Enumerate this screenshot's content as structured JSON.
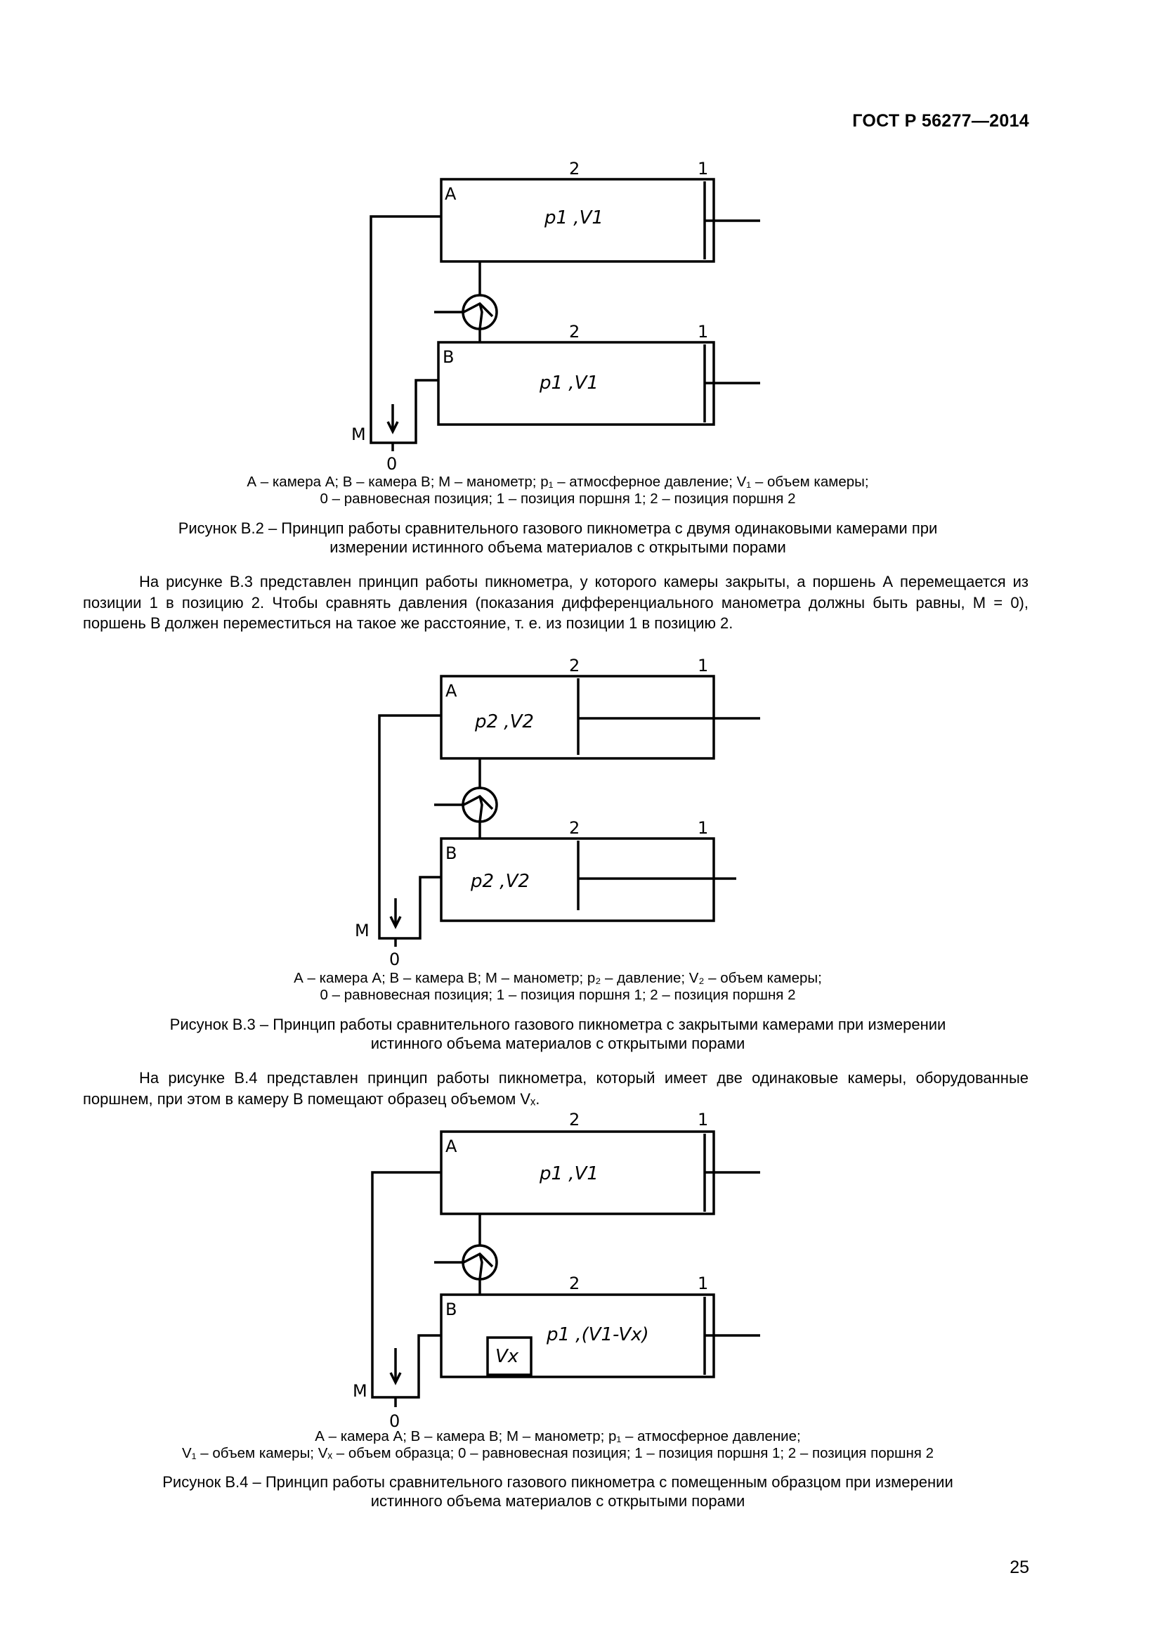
{
  "header": {
    "standard": "ГОСТ Р 56277—2014"
  },
  "figure_b2": {
    "chamber_a": "A",
    "chamber_b": "B",
    "pos_2": "2",
    "pos_1": "1",
    "formula_a": "p1 ,V1",
    "formula_b": "p1 ,V1",
    "gauge": "M",
    "zero": "0",
    "legend_line1": "А – камера А; В – камера В; М – манометр; p₁ – атмосферное давление; V₁ – объем камеры;",
    "legend_line2": "0 – равновесная позиция; 1 – позиция поршня 1; 2 – позиция поршня 2",
    "caption_line1": "Рисунок В.2 – Принцип работы сравнительного газового пикнометра с двумя одинаковыми камерами при",
    "caption_line2": "измерении истинного объема материалов с открытыми порами"
  },
  "paragraph_b3": "На рисунке В.3 представлен принцип работы пикнометра, у которого камеры закрыты, а поршень А перемещается из позиции 1 в позицию 2. Чтобы сравнять давления (показания дифференциального манометра должны быть равны, М = 0), поршень В должен переместиться на такое же расстояние, т. е. из позиции 1 в позицию 2.",
  "figure_b3": {
    "chamber_a": "A",
    "chamber_b": "B",
    "pos_2": "2",
    "pos_1": "1",
    "formula_a": "p2 ,V2",
    "formula_b": "p2 ,V2",
    "gauge": "M",
    "zero": "0",
    "legend_line1": "А – камера А; В – камера В; М – манометр; p₂ – давление; V₂ – объем камеры;",
    "legend_line2": "0 – равновесная позиция; 1 – позиция поршня 1; 2 – позиция поршня 2",
    "caption_line1": "Рисунок В.3 – Принцип работы сравнительного газового пикнометра с закрытыми камерами при измерении",
    "caption_line2": "истинного объема материалов с открытыми порами"
  },
  "paragraph_b4": "На рисунке В.4 представлен принцип работы пикнометра, который имеет две одинаковые камеры, оборудованные поршнем, при этом в камеру В помещают образец объемом Vₓ.",
  "figure_b4": {
    "chamber_a": "A",
    "chamber_b": "B",
    "pos_2": "2",
    "pos_1": "1",
    "formula_a": "p1 ,V1",
    "formula_b": "p1 ,(V1-Vx)",
    "sample": "Vx",
    "gauge": "M",
    "zero": "0",
    "legend_line1": "А – камера А; В – камера В; М – манометр; p₁ – атмосферное давление;",
    "legend_line2": "V₁ – объем камеры; Vₓ – объем образца; 0 – равновесная позиция; 1 – позиция поршня 1; 2 – позиция поршня 2",
    "caption_line1": "Рисунок В.4 – Принцип работы сравнительного газового пикнометра с помещенным образцом при измерении",
    "caption_line2": "истинного объема материалов с открытыми порами"
  },
  "page_number": "25"
}
